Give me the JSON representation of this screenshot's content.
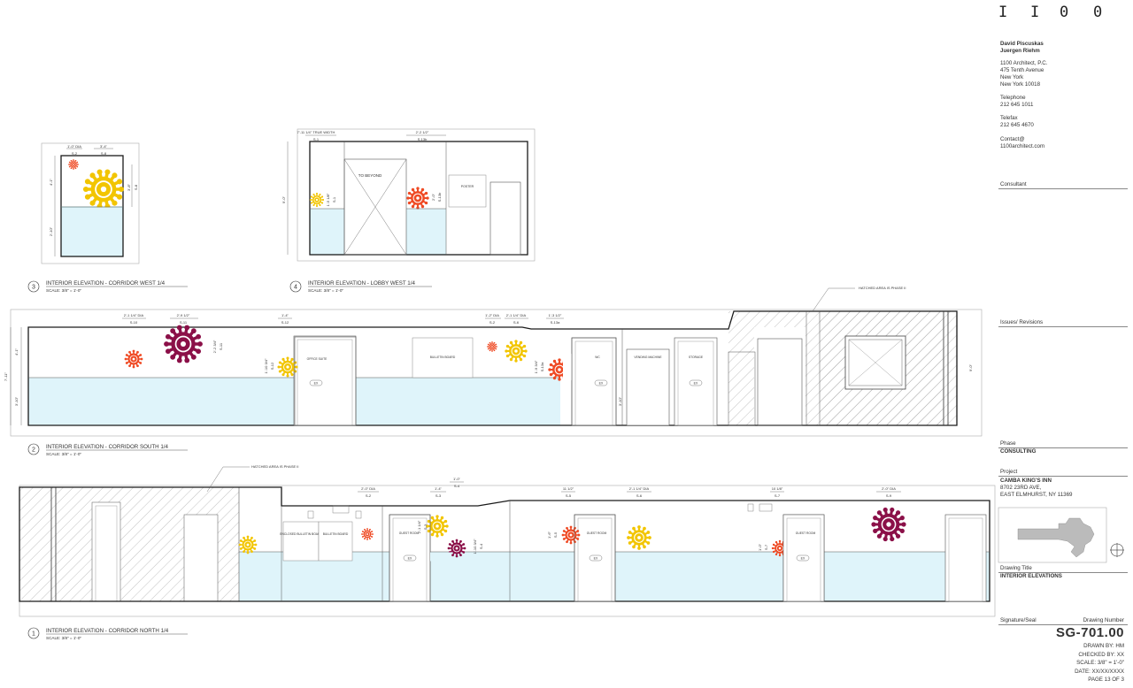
{
  "title_block": {
    "logo_letters": [
      "I",
      "I",
      "0",
      "0"
    ],
    "principals": [
      "David Piscuskas",
      "Juergen Riehm"
    ],
    "address": [
      "1100 Architect, P.C.",
      "475 Tenth Avenue",
      "New York",
      "New York 10018"
    ],
    "telephone_label": "Telephone",
    "telephone": "212 645 1011",
    "telefax_label": "Telefax",
    "telefax": "212 645 4670",
    "contact_label": "Contact@",
    "contact": "1100architect.com",
    "consultant_label": "Consultant",
    "issues_label": "Issues/ Revisions",
    "phase_label": "Phase",
    "phase": "CONSULTING",
    "project_label": "Project",
    "project_name": "CAMBA KING'S INN",
    "project_address": [
      "8702 23RD AVE,",
      "EAST ELMHURST, NY 11369"
    ],
    "drawing_title_label": "Drawing Title",
    "drawing_title": "INTERIOR ELEVATIONS",
    "signature_label": "Signature/Seal",
    "drawing_number_label": "Drawing Number",
    "drawing_number": "SG-701.00",
    "drawn_by": "DRAWN BY: HM",
    "checked_by": "CHECKED BY: XX",
    "scale": "SCALE:  3/8\" = 1'-0\"",
    "date": "DATE: XX/XX/XXXX",
    "page": "PAGE 13 OF  3"
  },
  "elevations": {
    "e3": {
      "number": "3",
      "title": "INTERIOR ELEVATION  - CORRIDOR WEST 1/4",
      "scale": "SCALE:  3/8\" = 1'-0\"",
      "dims": [
        "1'-0\" DIA",
        "S-2",
        "3'-4\"",
        "S-8",
        "4'-1\"",
        "2'-10\"",
        "3'-8\"",
        "S-8"
      ]
    },
    "e4": {
      "number": "4",
      "title": "INTERIOR ELEVATION  - LOBBY WEST 1/4",
      "scale": "SCALE:  3/8\" = 1'-0\"",
      "dims": [
        "7'-11 1/4\" TRUE WIDTH",
        "S-1",
        "2'-2 1/2\"",
        "S-13b",
        "9'-0\"",
        "1'-5 1/8\"",
        "S-1",
        "2'-0\"",
        "S-13b"
      ],
      "labels": [
        "TO BEYOND",
        "POSTER"
      ]
    },
    "e2": {
      "number": "2",
      "title": "INTERIOR ELEVATION - CORRIDOR SOUTH 1/4",
      "scale": "SCALE:  3/8\" = 1'-0\"",
      "dims": [
        "2'-1 1/4\" DIA",
        "S-10",
        "2'-9 1/2\"",
        "S-11",
        "1'-4\"",
        "S-12",
        "1'-2\" DIA",
        "S-2",
        "2'-1 1/4\" DIA",
        "S-6",
        "1'-3 1/2\"",
        "S-13a",
        "2'-2 3/4\"",
        "S-11",
        "1'-10 3/4\"",
        "S-12",
        "1'-9 3/4\"",
        "S-13a",
        "4'-1\"",
        "3'-10\"",
        "7'-11\"",
        "3'-10\"",
        "9'-0\""
      ],
      "note": "HATCHED AREA IS PHASE II",
      "labels": [
        "OFFICE SUITE",
        "BULLETIN BOARD",
        "WC",
        "VENDING MACHINE",
        "STORAGE"
      ],
      "exits": [
        "EX",
        "EX",
        "EX"
      ]
    },
    "e1": {
      "number": "1",
      "title": "INTERIOR ELEVATION - CORRIDOR NORTH 1/4",
      "scale": "SCALE:  3/8\" = 1'-0\"",
      "dims": [
        "2'-0\" DIA",
        "S-2",
        "1'-4\"",
        "S-3",
        "1'-0\"",
        "S-4",
        "11 1/2\"",
        "S-5",
        "2'-1 1/4\" DIA",
        "S-6",
        "10 1/8\"",
        "S-7",
        "2'-0\" DIA",
        "S-9",
        "2'-1 1/4\"",
        "S-3",
        "1'-10 3/4\"",
        "S-4",
        "1'-6\"",
        "S-5",
        "1'-0\"",
        "S-7"
      ],
      "note": "HATCHED AREA IS PHASE II",
      "labels": [
        "ENCLOSED BULLETIN BOARD",
        "BULLETIN BOARD",
        "GUEST ROOM",
        "GUEST ROOM",
        "GUEST ROOM"
      ],
      "exits": [
        "EX",
        "EX",
        "EX"
      ]
    }
  },
  "colors": {
    "yellow": "#f2c500",
    "orange": "#ef4a24",
    "maroon": "#8b1048",
    "wainscot": "#dff4fa",
    "line": "#1a1a1a"
  }
}
